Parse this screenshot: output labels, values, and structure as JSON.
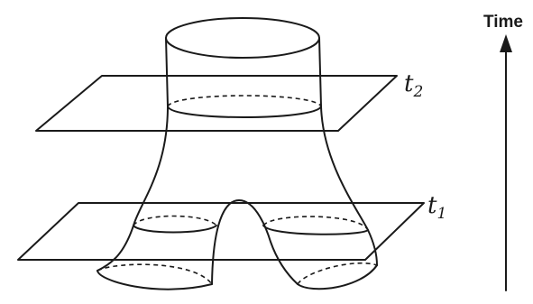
{
  "axis": {
    "label": "Time"
  },
  "slices": [
    {
      "var": "t",
      "sub": "2"
    },
    {
      "var": "t",
      "sub": "1"
    }
  ]
}
